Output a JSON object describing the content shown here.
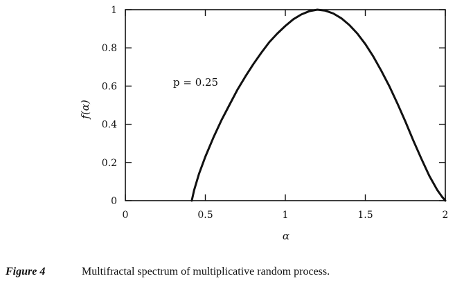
{
  "chart_data": {
    "type": "line",
    "xlabel": "α",
    "ylabel": "f(α)",
    "xlim": [
      0,
      2
    ],
    "ylim": [
      0,
      1
    ],
    "x_ticks": [
      "0",
      "0.5",
      "1",
      "1.5",
      "2"
    ],
    "y_ticks": [
      "0",
      "0.2",
      "0.4",
      "0.6",
      "0.8",
      "1"
    ],
    "grid": false,
    "annotation": "p = 0.25",
    "series": [
      {
        "x": [
          0.415,
          0.43,
          0.46,
          0.5,
          0.55,
          0.6,
          0.65,
          0.7,
          0.75,
          0.8,
          0.85,
          0.9,
          0.95,
          1.0,
          1.05,
          1.1,
          1.15,
          1.2,
          1.25,
          1.3,
          1.35,
          1.4,
          1.45,
          1.5,
          1.55,
          1.6,
          1.65,
          1.7,
          1.75,
          1.8,
          1.85,
          1.9,
          1.95,
          1.98,
          2.0
        ],
        "y": [
          0.0,
          0.055,
          0.14,
          0.23,
          0.33,
          0.42,
          0.5,
          0.58,
          0.65,
          0.715,
          0.775,
          0.83,
          0.875,
          0.915,
          0.95,
          0.975,
          0.992,
          1.0,
          0.995,
          0.98,
          0.955,
          0.92,
          0.875,
          0.82,
          0.755,
          0.68,
          0.6,
          0.51,
          0.415,
          0.315,
          0.22,
          0.13,
          0.055,
          0.02,
          0.0
        ]
      }
    ]
  },
  "caption": {
    "label": "Figure 4",
    "text": "Multifractal spectrum of multiplicative random process."
  }
}
